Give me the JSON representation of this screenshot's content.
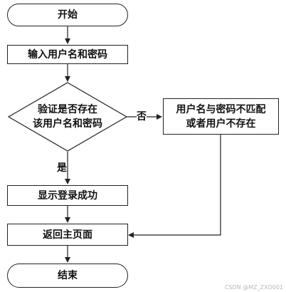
{
  "flowchart": {
    "start": "开始",
    "input": "输入用户名和密码",
    "decision_line1": "验证是否存在",
    "decision_line2": "该用户名和密码",
    "no_label": "否",
    "yes_label": "是",
    "error_line1": "用户名与密码不匹配",
    "error_line2": "或者用户不存在",
    "success": "显示登录成功",
    "return_home": "返回主页面",
    "end": "结束"
  },
  "watermark": "CSDN @MZ_ZXD001"
}
